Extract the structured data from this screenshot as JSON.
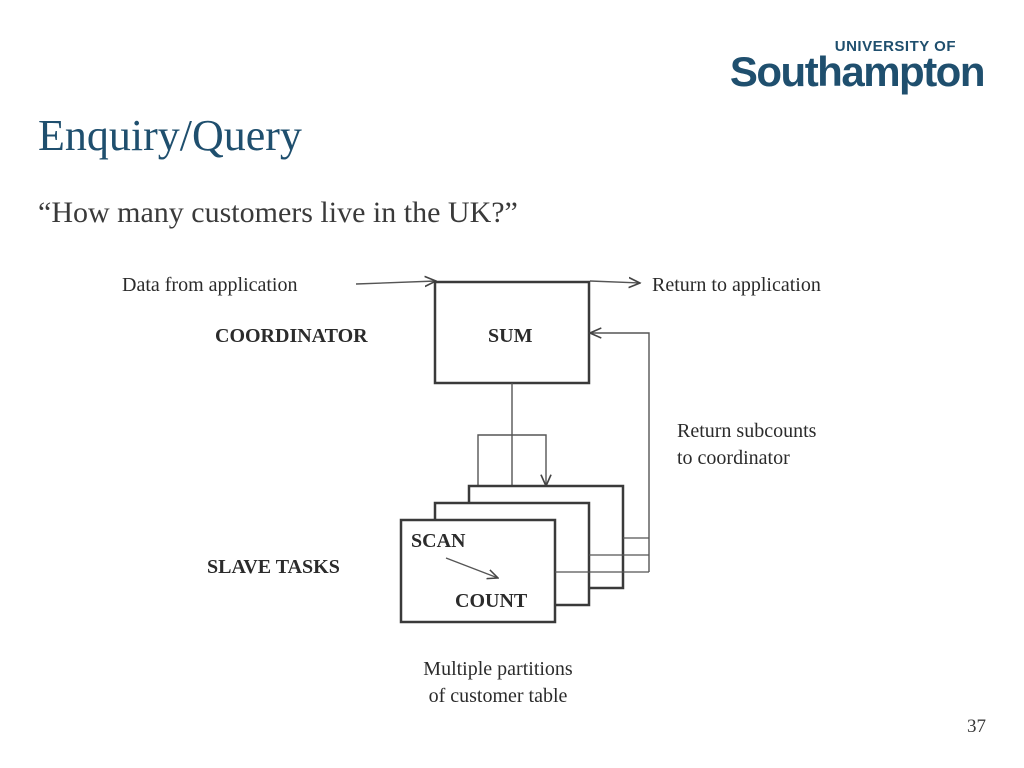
{
  "logo": {
    "line1": "UNIVERSITY OF",
    "line2": "Southampton"
  },
  "title": "Enquiry/Query",
  "subtitle": "“How many customers live in the UK?”",
  "diagram": {
    "data_from_application": "Data from application",
    "return_to_application": "Return to application",
    "coordinator_label": "COORDINATOR",
    "sum_label": "SUM",
    "return_subcounts_line1": "Return subcounts",
    "return_subcounts_line2": "to coordinator",
    "slave_tasks_label": "SLAVE TASKS",
    "scan_label": "SCAN",
    "count_label": "COUNT",
    "partitions_line1": "Multiple partitions",
    "partitions_line2": "of customer table"
  },
  "page_number": "37",
  "colors": {
    "title": "#1f4f6e",
    "text": "#2b2b2b",
    "box_stroke": "#3a3a3a",
    "line_stroke": "#555555"
  }
}
